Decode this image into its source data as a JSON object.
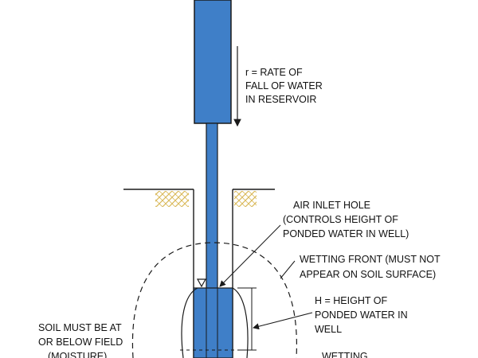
{
  "colors": {
    "water_blue": "#3f7fc8",
    "outline": "#1a1a1a",
    "soil_hatch": "#d9b95a",
    "background": "#ffffff"
  },
  "labels": {
    "rate_of_fall": [
      "r = RATE OF",
      "FALL OF WATER",
      "IN RESERVOIR"
    ],
    "air_inlet": [
      "AIR INLET HOLE",
      "(CONTROLS HEIGHT OF",
      "PONDED WATER IN WELL)"
    ],
    "wetting_front": [
      "WETTING FRONT (MUST NOT",
      "APPEAR ON SOIL SURFACE)"
    ],
    "height_h": [
      "H = HEIGHT OF",
      "PONDED WATER IN",
      "WELL"
    ],
    "soil_condition": [
      "SOIL MUST BE AT",
      "OR BELOW FIELD",
      "(MOISTURE)"
    ],
    "wetting_bottom": [
      "WETTING"
    ]
  }
}
